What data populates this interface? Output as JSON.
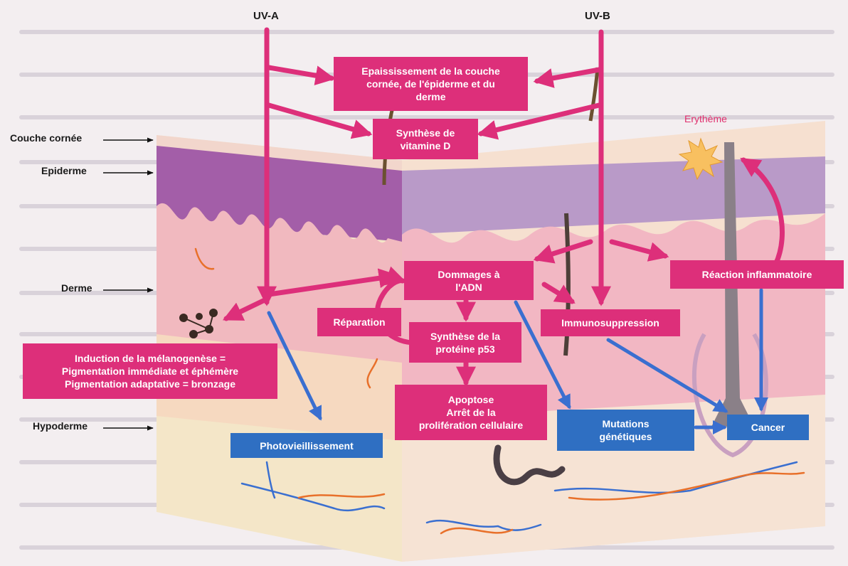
{
  "sources": {
    "uva": "UV-A",
    "uvb": "UV-B"
  },
  "layer_labels": [
    "Couche cornée",
    "Epiderme",
    "Derme",
    "Hypoderme"
  ],
  "effects": {
    "thickening": "Epaississement de la couche\ncornée, de l'épiderme et du\nderme",
    "vitamin_d": "Synthèse de\nvitamine D",
    "erythema": "Erythème",
    "dna_damage": "Dommages à\nl'ADN",
    "inflammation": "Réaction inflammatoire",
    "repair": "Réparation",
    "immunosuppression": "Immunosuppression",
    "p53": "Synthèse de la\nprotéine p53",
    "melanogenesis": "Induction de la mélanogenèse =\nPigmentation immédiate et éphémère\nPigmentation adaptative = bronzage",
    "apoptosis": "Apoptose\nArrêt de la\nprolifération cellulaire"
  },
  "outcomes": {
    "photoaging": "Photovieillissement",
    "mutations": "Mutations\ngénétiques",
    "cancer": "Cancer"
  },
  "colors": {
    "effect_box": "#dd2f7a",
    "outcome_box": "#2f6fc2",
    "uv_arrow": "#dd2f7a",
    "outcome_arrow": "#3a6fd0"
  }
}
